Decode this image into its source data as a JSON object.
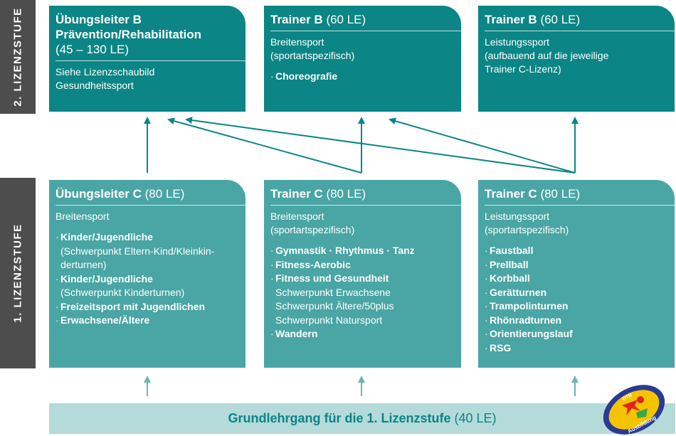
{
  "stages": {
    "level2": "2. LIZENZSTUFE",
    "level1": "1. LIZENZSTUFE"
  },
  "top_cards": [
    {
      "title_bold": "Übungsleiter B",
      "title_bold2": "Prävention/Rehabilitation",
      "title_rest": "(45 – 130 LE)",
      "sub": [
        "Siehe Lizenzschaubild",
        "Gesundheitssport"
      ],
      "items": []
    },
    {
      "title_bold": "Trainer B",
      "title_rest": "(60 LE)",
      "sub": [
        "Breitensport",
        "(sportartspezifisch)"
      ],
      "items": [
        "Choreografie"
      ]
    },
    {
      "title_bold": "Trainer B",
      "title_rest": "(60 LE)",
      "sub": [
        "Leistungssport",
        "(aufbauend auf die jeweilige",
        "Trainer C-Lizenz)"
      ],
      "items": []
    }
  ],
  "bottom_cards": [
    {
      "title_bold": "Übungsleiter C",
      "title_rest": "(80 LE)",
      "sub": [
        "Breitensport"
      ],
      "items": [
        {
          "label": "Kinder/Jugendliche",
          "notes": [
            "(Schwerpunkt Eltern-Kind/Kleinkin-",
            "derturnen)"
          ]
        },
        {
          "label": "Kinder/Jugendliche",
          "notes": [
            "(Schwerpunkt Kinderturnen)"
          ]
        },
        {
          "label": "Freizeitsport mit Jugendlichen",
          "notes": []
        },
        {
          "label": "Erwachsene/Ältere",
          "notes": []
        }
      ]
    },
    {
      "title_bold": "Trainer C",
      "title_rest": "(80 LE)",
      "sub": [
        "Breitensport",
        "(sportartspezifisch)"
      ],
      "items": [
        {
          "label": "Gymnastik · Rhythmus · Tanz",
          "notes": []
        },
        {
          "label": "Fitness-Aerobic",
          "notes": []
        },
        {
          "label": "Fitness und Gesundheit",
          "notes": [
            "Schwerpunkt Erwachsene",
            "Schwerpunkt Ältere/50plus",
            "Schwerpunkt Natursport"
          ]
        },
        {
          "label": "Wandern",
          "notes": []
        }
      ]
    },
    {
      "title_bold": "Trainer C",
      "title_rest": "(80 LE)",
      "sub": [
        "Leistungssport",
        "(sportartspezifisch)"
      ],
      "items": [
        {
          "label": "Faustball",
          "notes": []
        },
        {
          "label": "Prellball",
          "notes": []
        },
        {
          "label": "Korbball",
          "notes": []
        },
        {
          "label": "Gerätturnen",
          "notes": []
        },
        {
          "label": "Trampolinturnen",
          "notes": []
        },
        {
          "label": "Rhönradturnen",
          "notes": []
        },
        {
          "label": "Orientierungslauf",
          "notes": []
        },
        {
          "label": "RSG",
          "notes": []
        }
      ]
    }
  ],
  "footer": {
    "bold": "Grundlehrgang für die 1. Lizenzstufe",
    "rest": "(40 LE)"
  },
  "logo": {
    "top_text": "DTB",
    "ring_text": "Ausbildung",
    "colors": {
      "blue": "#2b3a93",
      "yellow": "#f5c400",
      "red": "#e2231a",
      "green": "#3aa64c"
    }
  },
  "colors": {
    "dark_teal": "#0b8585",
    "mid_teal": "#4aa5a5",
    "light_teal": "#b5dada",
    "stage_gray": "#4d4d4d"
  }
}
